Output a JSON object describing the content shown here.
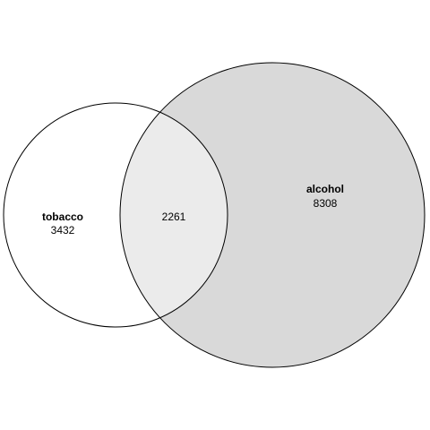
{
  "sets": [
    {
      "name": "tobacco",
      "only_count": "3432",
      "fill": "#ffffff",
      "stroke": "#000000"
    },
    {
      "name": "alcohol",
      "only_count": "8308",
      "fill": "#d9d9d9",
      "stroke": "#000000"
    }
  ],
  "intersection": {
    "count": "2261",
    "fill": "#ebebeb"
  }
}
